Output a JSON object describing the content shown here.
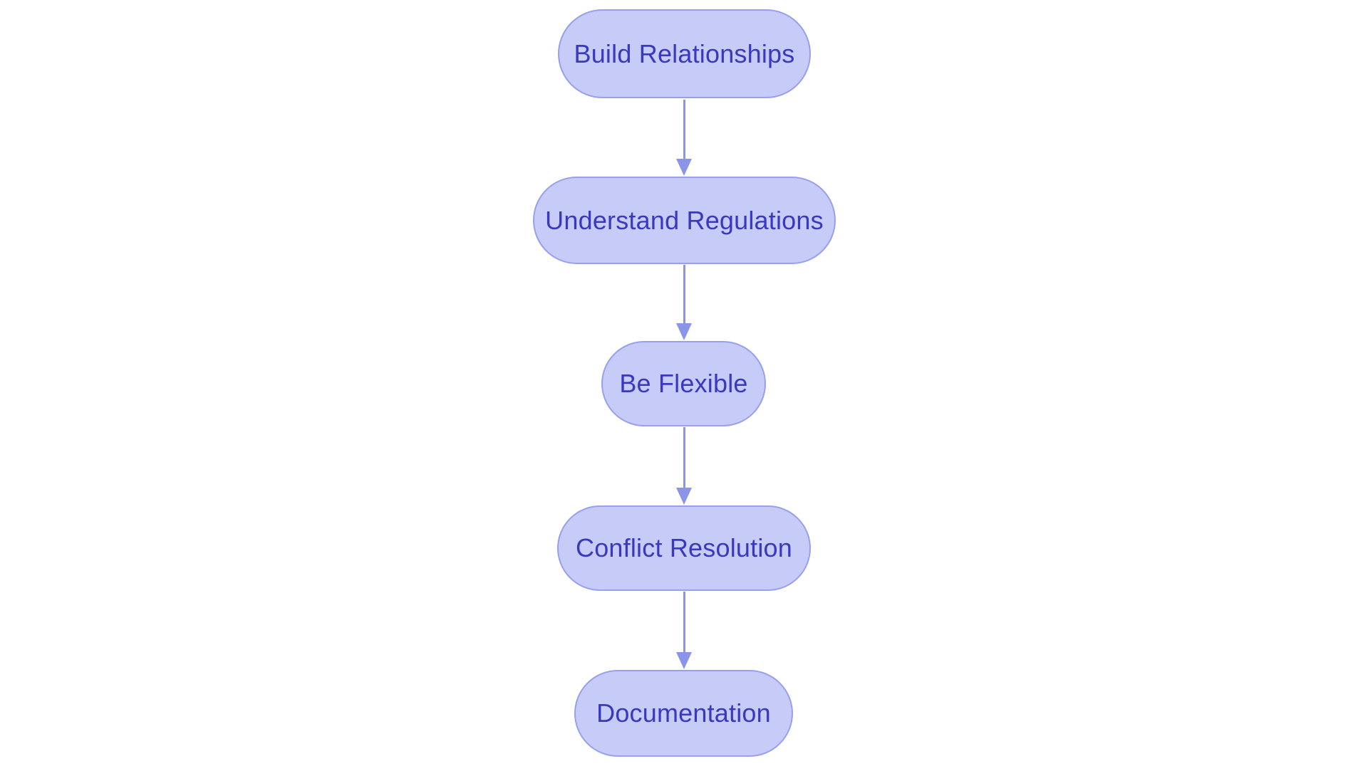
{
  "diagram": {
    "type": "flowchart",
    "direction": "top-down",
    "node_shape": "stadium",
    "nodes": [
      {
        "id": "n1",
        "label": "Build Relationships"
      },
      {
        "id": "n2",
        "label": "Understand Regulations"
      },
      {
        "id": "n3",
        "label": "Be Flexible"
      },
      {
        "id": "n4",
        "label": "Conflict Resolution"
      },
      {
        "id": "n5",
        "label": "Documentation"
      }
    ],
    "edges": [
      {
        "from": "n1",
        "to": "n2",
        "style": "arrow"
      },
      {
        "from": "n2",
        "to": "n3",
        "style": "arrow"
      },
      {
        "from": "n3",
        "to": "n4",
        "style": "arrow"
      },
      {
        "from": "n4",
        "to": "n5",
        "style": "arrow"
      }
    ]
  },
  "colors": {
    "background": "#ffffff",
    "node_fill": "#c6cbf7",
    "node_border": "#98a0ec",
    "node_text": "#3a38c0",
    "arrow": "#8b95e8"
  }
}
